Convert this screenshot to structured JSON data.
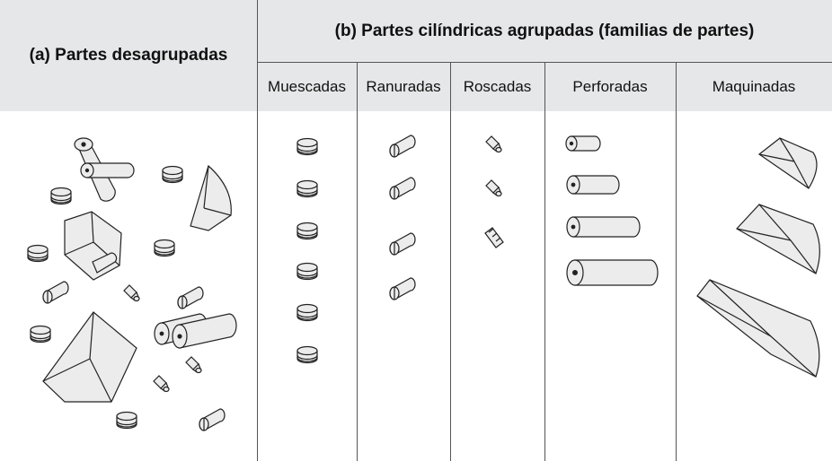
{
  "header": {
    "left_title": "(a) Partes desagrupadas",
    "right_title": "(b) Partes cilíndricas agrupadas (familias de partes)"
  },
  "families": [
    {
      "label": "Muescadas",
      "icon": "grooved-disc-icon",
      "count": 6
    },
    {
      "label": "Ranuradas",
      "icon": "slotted-cylinder-icon",
      "count": 4
    },
    {
      "label": "Roscadas",
      "icon": "threaded-part-icon",
      "count": 3
    },
    {
      "label": "Perforadas",
      "icon": "drilled-cylinder-icon",
      "count": 4
    },
    {
      "label": "Maquinadas",
      "icon": "machined-block-icon",
      "count": 3
    }
  ],
  "colors": {
    "header_background": "#e6e7e8",
    "part_fill": "#ececec",
    "part_stroke": "#222222",
    "grid_lines": "#555555"
  }
}
